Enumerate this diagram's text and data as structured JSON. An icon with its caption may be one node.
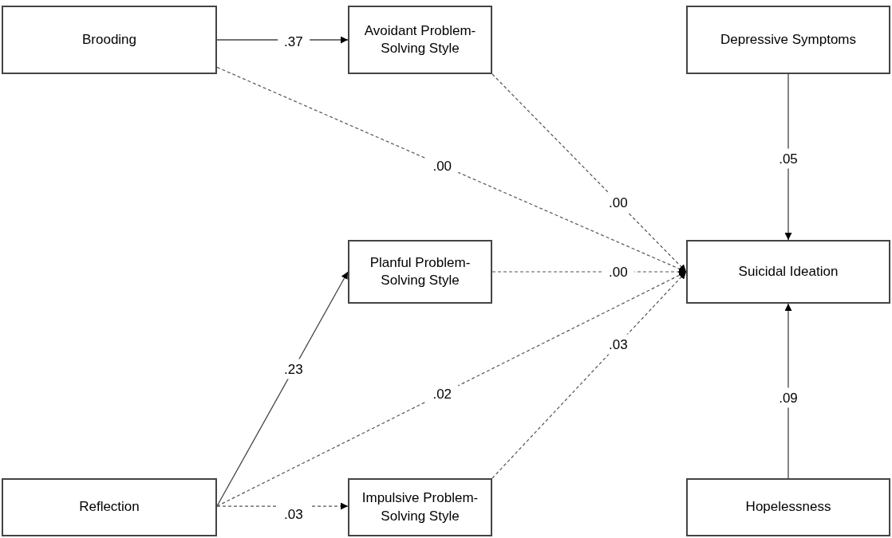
{
  "diagram": {
    "nodes": [
      {
        "text": [
          "Brooding"
        ]
      },
      {
        "text": [
          "Avoidant Problem-Solving Style"
        ]
      },
      {
        "text": [
          "Depressive Symptoms"
        ]
      },
      {
        "text": [
          "Planful Problem-Solving Style"
        ]
      },
      {
        "text": [
          "Suicidal Ideation"
        ]
      },
      {
        "text": [
          "Reflection"
        ]
      },
      {
        "text": [
          "Impulsive Problem-Solving Style"
        ]
      },
      {
        "text": [
          "Hopelessness"
        ]
      }
    ],
    "edges": [
      {
        "from": 0,
        "to": 1,
        "arrow": "to",
        "label": ".37"
      },
      {
        "from": 0,
        "to": 4,
        "arrow": "to",
        "label": ".00",
        "style": "dashed"
      },
      {
        "from": 1,
        "to": 4,
        "arrow": "to",
        "label": ".00",
        "style": "dashed"
      },
      {
        "from": 2,
        "to": 4,
        "arrow": "to",
        "label": ".05"
      },
      {
        "from": 3,
        "to": 4,
        "arrow": "to",
        "label": ".00",
        "style": "dashed"
      },
      {
        "from": 5,
        "to": 3,
        "arrow": "to",
        "label": ".23"
      },
      {
        "from": 5,
        "to": 4,
        "arrow": "to",
        "label": ".02",
        "style": "dashed"
      },
      {
        "from": 6,
        "to": 4,
        "arrow": "to",
        "label": ".03",
        "style": "dashed"
      },
      {
        "from": 7,
        "to": 4,
        "arrow": "to",
        "label": ".09"
      },
      {
        "from": 5,
        "to": 6,
        "arrow": "to",
        "label": ".03",
        "style": "dashed"
      }
    ]
  }
}
